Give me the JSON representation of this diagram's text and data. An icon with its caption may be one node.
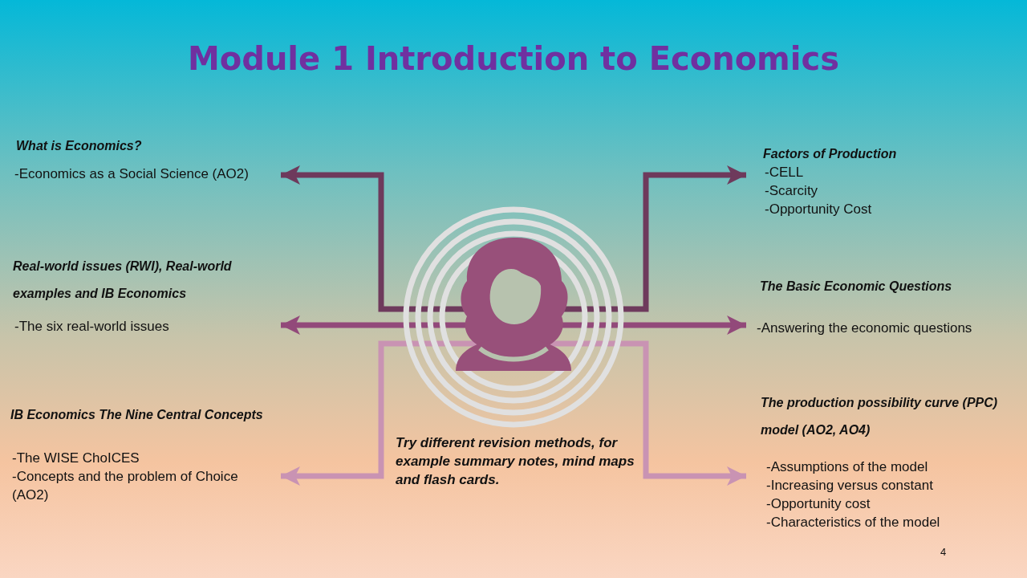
{
  "diagram": {
    "title": "Module 1 Introduction to Economics",
    "nodes": [
      {
        "text": [
          "What is Economics?",
          "-Economics as a Social Science (AO2)"
        ]
      },
      {
        "text": [
          "Factors of Production",
          "-CELL",
          "-Scarcity",
          "-Opportunity Cost"
        ]
      },
      {
        "text": [
          "Real-world issues (RWI), Real-world examples and IB Economics",
          "-The six real-world issues"
        ]
      },
      {
        "text": [
          "The Basic Economic Questions",
          "-Answering the economic questions"
        ]
      },
      {
        "text": [
          "IB Economics The Nine Central Concepts",
          "-The WISE ChoICES",
          "-Concepts and the problem of Choice (AO2)"
        ]
      },
      {
        "text": [
          "The production possibility curve (PPC) model (AO2, AO4)",
          "-Assumptions of the model",
          "-Increasing versus constant",
          "-Opportunity cost",
          "-Characteristics of the model"
        ]
      }
    ],
    "edges": [
      {
        "from": 0,
        "to": 1,
        "arrow": "both",
        "color": "#6e3a5c"
      },
      {
        "from": 2,
        "to": 3,
        "arrow": "both",
        "color": "#92497a"
      },
      {
        "from": 4,
        "to": 5,
        "arrow": "both",
        "color": "#c993b3"
      }
    ],
    "labels": [
      "Try different revision methods, for example summary notes, mind maps and flash cards.",
      "4"
    ]
  }
}
